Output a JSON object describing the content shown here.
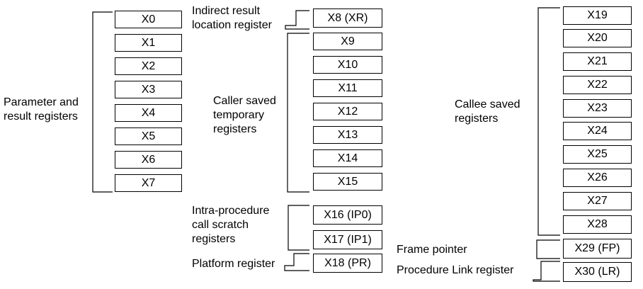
{
  "columns": [
    {
      "registers": [
        "X0",
        "X1",
        "X2",
        "X3",
        "X4",
        "X5",
        "X6",
        "X7"
      ],
      "groups": [
        {
          "label_lines": [
            "Parameter and",
            "result registers"
          ]
        }
      ]
    },
    {
      "registers": [
        "X8 (XR)",
        "X9",
        "X10",
        "X11",
        "X12",
        "X13",
        "X14",
        "X15",
        "X16 (IP0)",
        "X17 (IP1)",
        "X18 (PR)"
      ],
      "groups": [
        {
          "label_lines": [
            "Indirect result",
            "location register"
          ]
        },
        {
          "label_lines": [
            "Caller saved",
            "temporary",
            "registers"
          ]
        },
        {
          "label_lines": [
            "Intra-procedure",
            "call scratch",
            "registers"
          ]
        },
        {
          "label_lines": [
            "Platform register"
          ]
        }
      ]
    },
    {
      "registers": [
        "X19",
        "X20",
        "X21",
        "X22",
        "X23",
        "X24",
        "X25",
        "X26",
        "X27",
        "X28",
        "X29 (FP)",
        "X30 (LR)"
      ],
      "groups": [
        {
          "label_lines": [
            "Callee saved",
            "registers"
          ]
        },
        {
          "label_lines": [
            "Frame pointer"
          ]
        },
        {
          "label_lines": [
            "Procedure Link register"
          ]
        }
      ]
    }
  ]
}
